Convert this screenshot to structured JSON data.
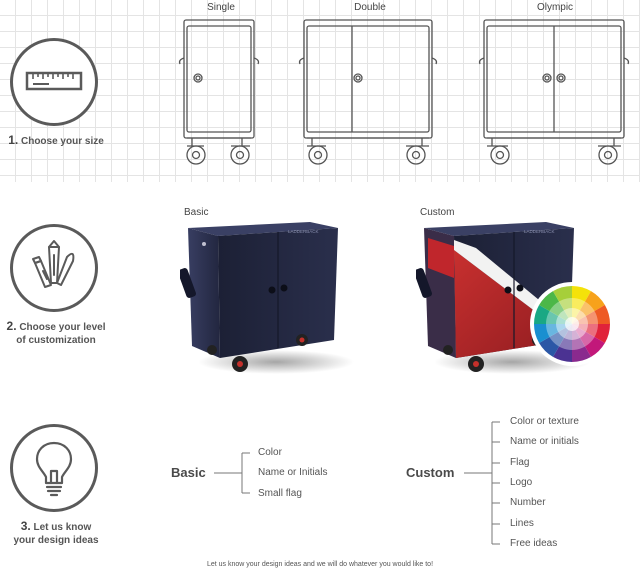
{
  "sizes": {
    "single": "Single",
    "double": "Double",
    "olympic": "Olympic"
  },
  "steps": {
    "step1": {
      "num": "1.",
      "text": "Choose your size"
    },
    "step2": {
      "num": "2.",
      "line1": "Choose your level",
      "line2": "of customization"
    },
    "step3": {
      "num": "3.",
      "line1": "Let us know",
      "line2": "your design ideas"
    }
  },
  "customization": {
    "basic_title": "Basic",
    "custom_title": "Custom",
    "brand_text": "LADDERBACK"
  },
  "ideas": {
    "basic": {
      "heading": "Basic",
      "items": [
        "Color",
        "Name or Initials",
        "Small flag"
      ]
    },
    "custom": {
      "heading": "Custom",
      "items": [
        "Color or texture",
        "Name or initials",
        "Flag",
        "Logo",
        "Number",
        "Lines",
        "Free ideas"
      ]
    }
  },
  "footer": "Let us know your design ideas and we will do whatever you would like to!",
  "colors": {
    "cabinet_navy": "#2b3050",
    "custom_red": "#b8262c",
    "icon_gray": "#5a5a5a"
  },
  "icons": [
    "ruler-icon",
    "brush-pen-icon",
    "lightbulb-icon",
    "color-wheel-icon"
  ]
}
